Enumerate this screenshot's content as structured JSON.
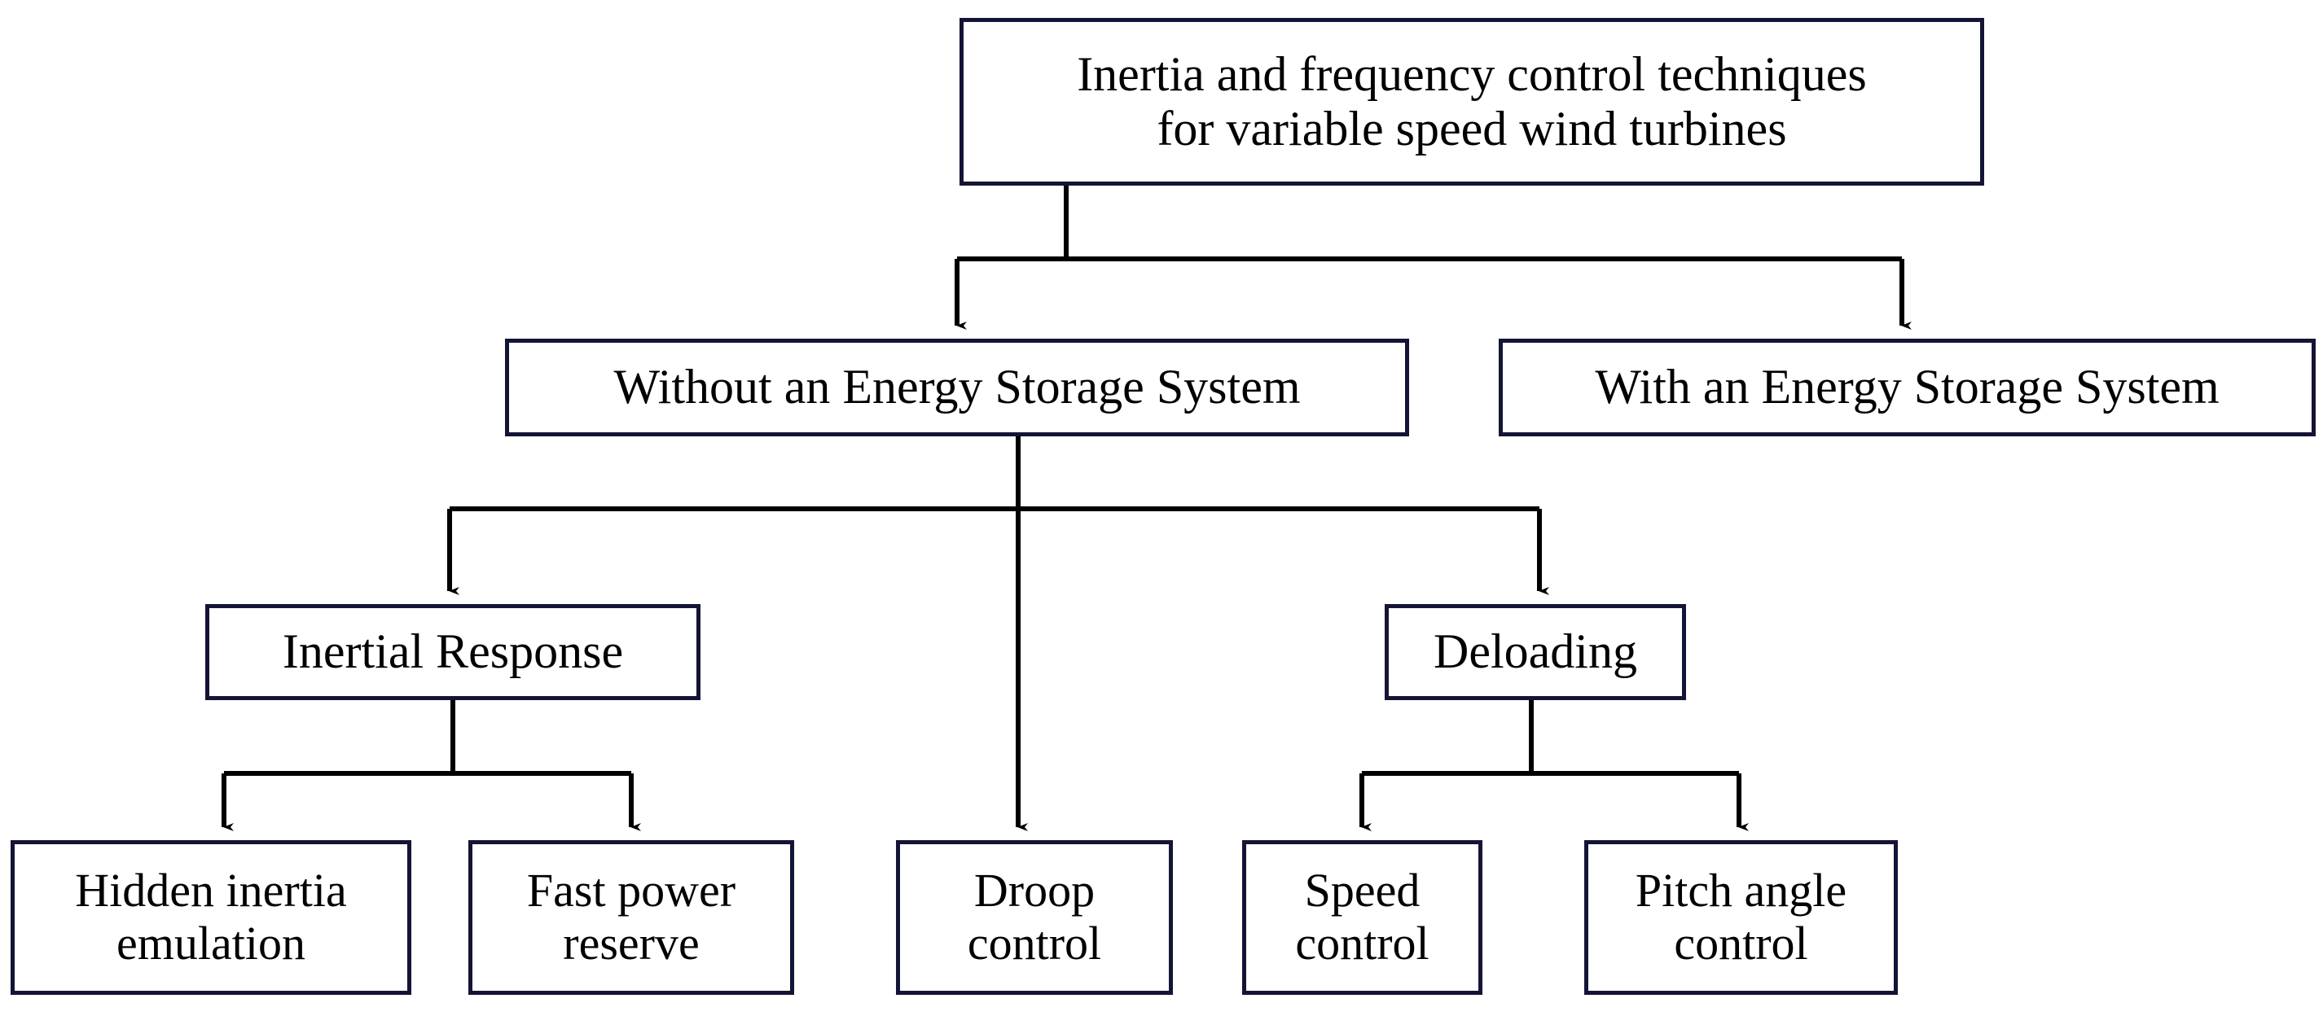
{
  "diagram": {
    "title": "Inertia and frequency control techniques for variable speed wind turbines",
    "type": "tree-flowchart",
    "colors": {
      "box_border": "#141436",
      "box_fill": "#ffffff",
      "connector": "#000000",
      "text": "#000000",
      "background": "#ffffff"
    },
    "nodes": {
      "root": {
        "label": "Inertia and frequency control techniques\nfor variable speed wind turbines",
        "level": 0
      },
      "without_ess": {
        "label": "Without an Energy Storage System",
        "level": 1
      },
      "with_ess": {
        "label": "With an Energy Storage System",
        "level": 1
      },
      "inertial_response": {
        "label": "Inertial Response",
        "level": 2
      },
      "deloading": {
        "label": "Deloading",
        "level": 2
      },
      "hidden_inertia_emulation": {
        "label": "Hidden inertia\nemulation",
        "level": 3
      },
      "fast_power_reserve": {
        "label": "Fast power\nreserve",
        "level": 3
      },
      "droop_control": {
        "label": "Droop\ncontrol",
        "level": 3
      },
      "speed_control": {
        "label": "Speed\ncontrol",
        "level": 3
      },
      "pitch_angle_control": {
        "label": "Pitch angle\ncontrol",
        "level": 3
      }
    },
    "edges": [
      {
        "from": "root",
        "to": "without_ess"
      },
      {
        "from": "root",
        "to": "with_ess"
      },
      {
        "from": "without_ess",
        "to": "inertial_response"
      },
      {
        "from": "without_ess",
        "to": "droop_control"
      },
      {
        "from": "without_ess",
        "to": "deloading"
      },
      {
        "from": "inertial_response",
        "to": "hidden_inertia_emulation"
      },
      {
        "from": "inertial_response",
        "to": "fast_power_reserve"
      },
      {
        "from": "deloading",
        "to": "speed_control"
      },
      {
        "from": "deloading",
        "to": "pitch_angle_control"
      }
    ]
  }
}
